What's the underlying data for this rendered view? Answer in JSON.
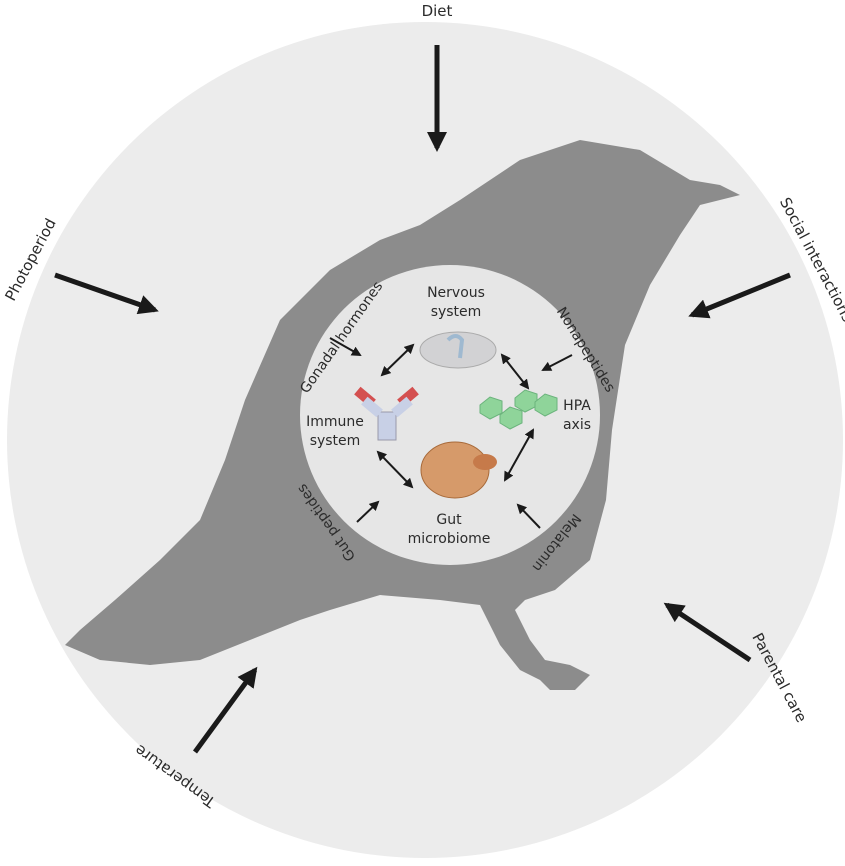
{
  "external_factors": {
    "diet": "Diet",
    "photoperiod": "Photoperiod",
    "social": "Social interactions",
    "parental": "Parental care",
    "temperature": "Temperature"
  },
  "internal_signals": {
    "gonadal": "Gonadal hormones",
    "nonapeptides": "Nonapeptides",
    "gut_peptides": "Gut peptides",
    "melatonin": "Melatonin"
  },
  "systems": {
    "nervous": [
      "Nervous",
      "system"
    ],
    "immune": [
      "Immune",
      "system"
    ],
    "hpa": [
      "HPA",
      "axis"
    ],
    "gut": [
      "Gut",
      "microbiome"
    ]
  },
  "colors": {
    "outer_circle": "#ececec",
    "bird": "#8c8c8c",
    "inner_circle": "#e6e6e6",
    "arrow": "#1a1a1a"
  }
}
